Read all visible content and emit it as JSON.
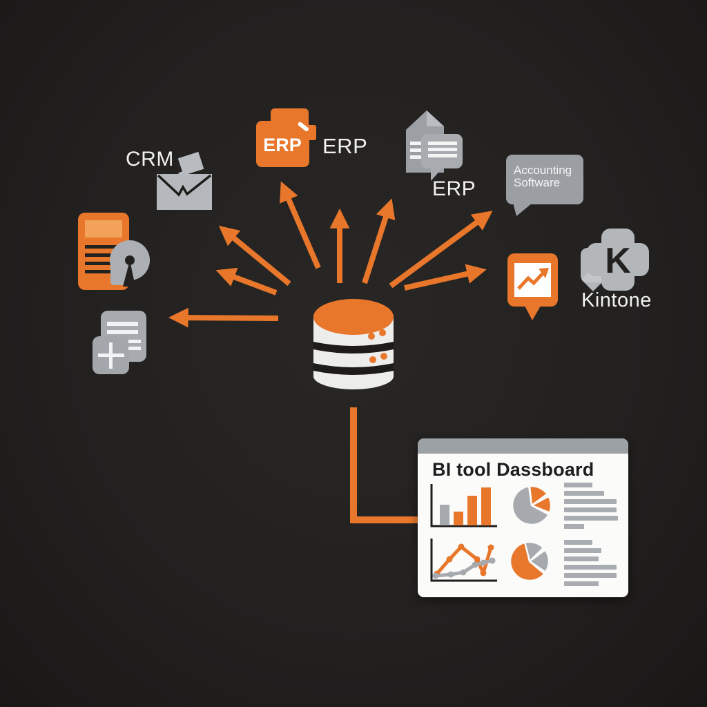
{
  "colors": {
    "orange": "#E8772B",
    "gray_icon": "#A6AAAE",
    "gray_light": "#BEC2C6",
    "ink": "#1E1C1B",
    "card_bg": "#FBFBF9",
    "card_header": "#9CA1A6",
    "text_light": "#F2F2F1"
  },
  "labels": {
    "crm": "CRM",
    "erp_folder": "ERP",
    "erp_center": "ERP",
    "erp_docs": "ERP",
    "accounting_line1": "Accounting",
    "accounting_line2": "Software",
    "kintone": "Kintone",
    "kintone_initial": "K"
  },
  "dashboard": {
    "title": "BI tool Dassboard",
    "chart_data": {
      "bar_chart": {
        "type": "bar",
        "values": [
          30,
          20,
          43,
          55
        ],
        "colors": [
          "#A6AAAE",
          "#E8772B",
          "#E8772B",
          "#E8772B"
        ]
      },
      "pie_top": {
        "type": "pie",
        "slices": [
          {
            "start": -6,
            "end": 54,
            "color": "#E8772B"
          },
          {
            "start": 62,
            "end": 112,
            "color": "#E8772B"
          },
          {
            "start": 118,
            "end": 352,
            "color": "#A6AAAE"
          }
        ]
      },
      "pie_bottom": {
        "type": "pie",
        "slices": [
          {
            "start": -14,
            "end": 46,
            "color": "#A6AAAE"
          },
          {
            "start": 54,
            "end": 124,
            "color": "#A6AAAE"
          },
          {
            "start": 130,
            "end": 346,
            "color": "#E8772B"
          }
        ]
      },
      "line_chart": {
        "type": "line",
        "series": [
          {
            "color": "#E8772B",
            "points": [
              [
                14,
                53
              ],
              [
                32,
                32
              ],
              [
                49,
                14
              ],
              [
                72,
                32
              ],
              [
                81,
                52
              ],
              [
                92,
                15
              ]
            ]
          },
          {
            "color": "#A6AAAE",
            "points": [
              [
                12,
                56
              ],
              [
                34,
                54
              ],
              [
                52,
                51
              ],
              [
                69,
                40
              ],
              [
                81,
                37
              ],
              [
                94,
                34
              ]
            ]
          }
        ]
      },
      "text_block_top": {
        "line_widths_pct": [
          51,
          73,
          95,
          95,
          97,
          36
        ]
      },
      "text_block_bottom": {
        "line_widths_pct": [
          51,
          67,
          63,
          95,
          95,
          62
        ]
      }
    }
  }
}
